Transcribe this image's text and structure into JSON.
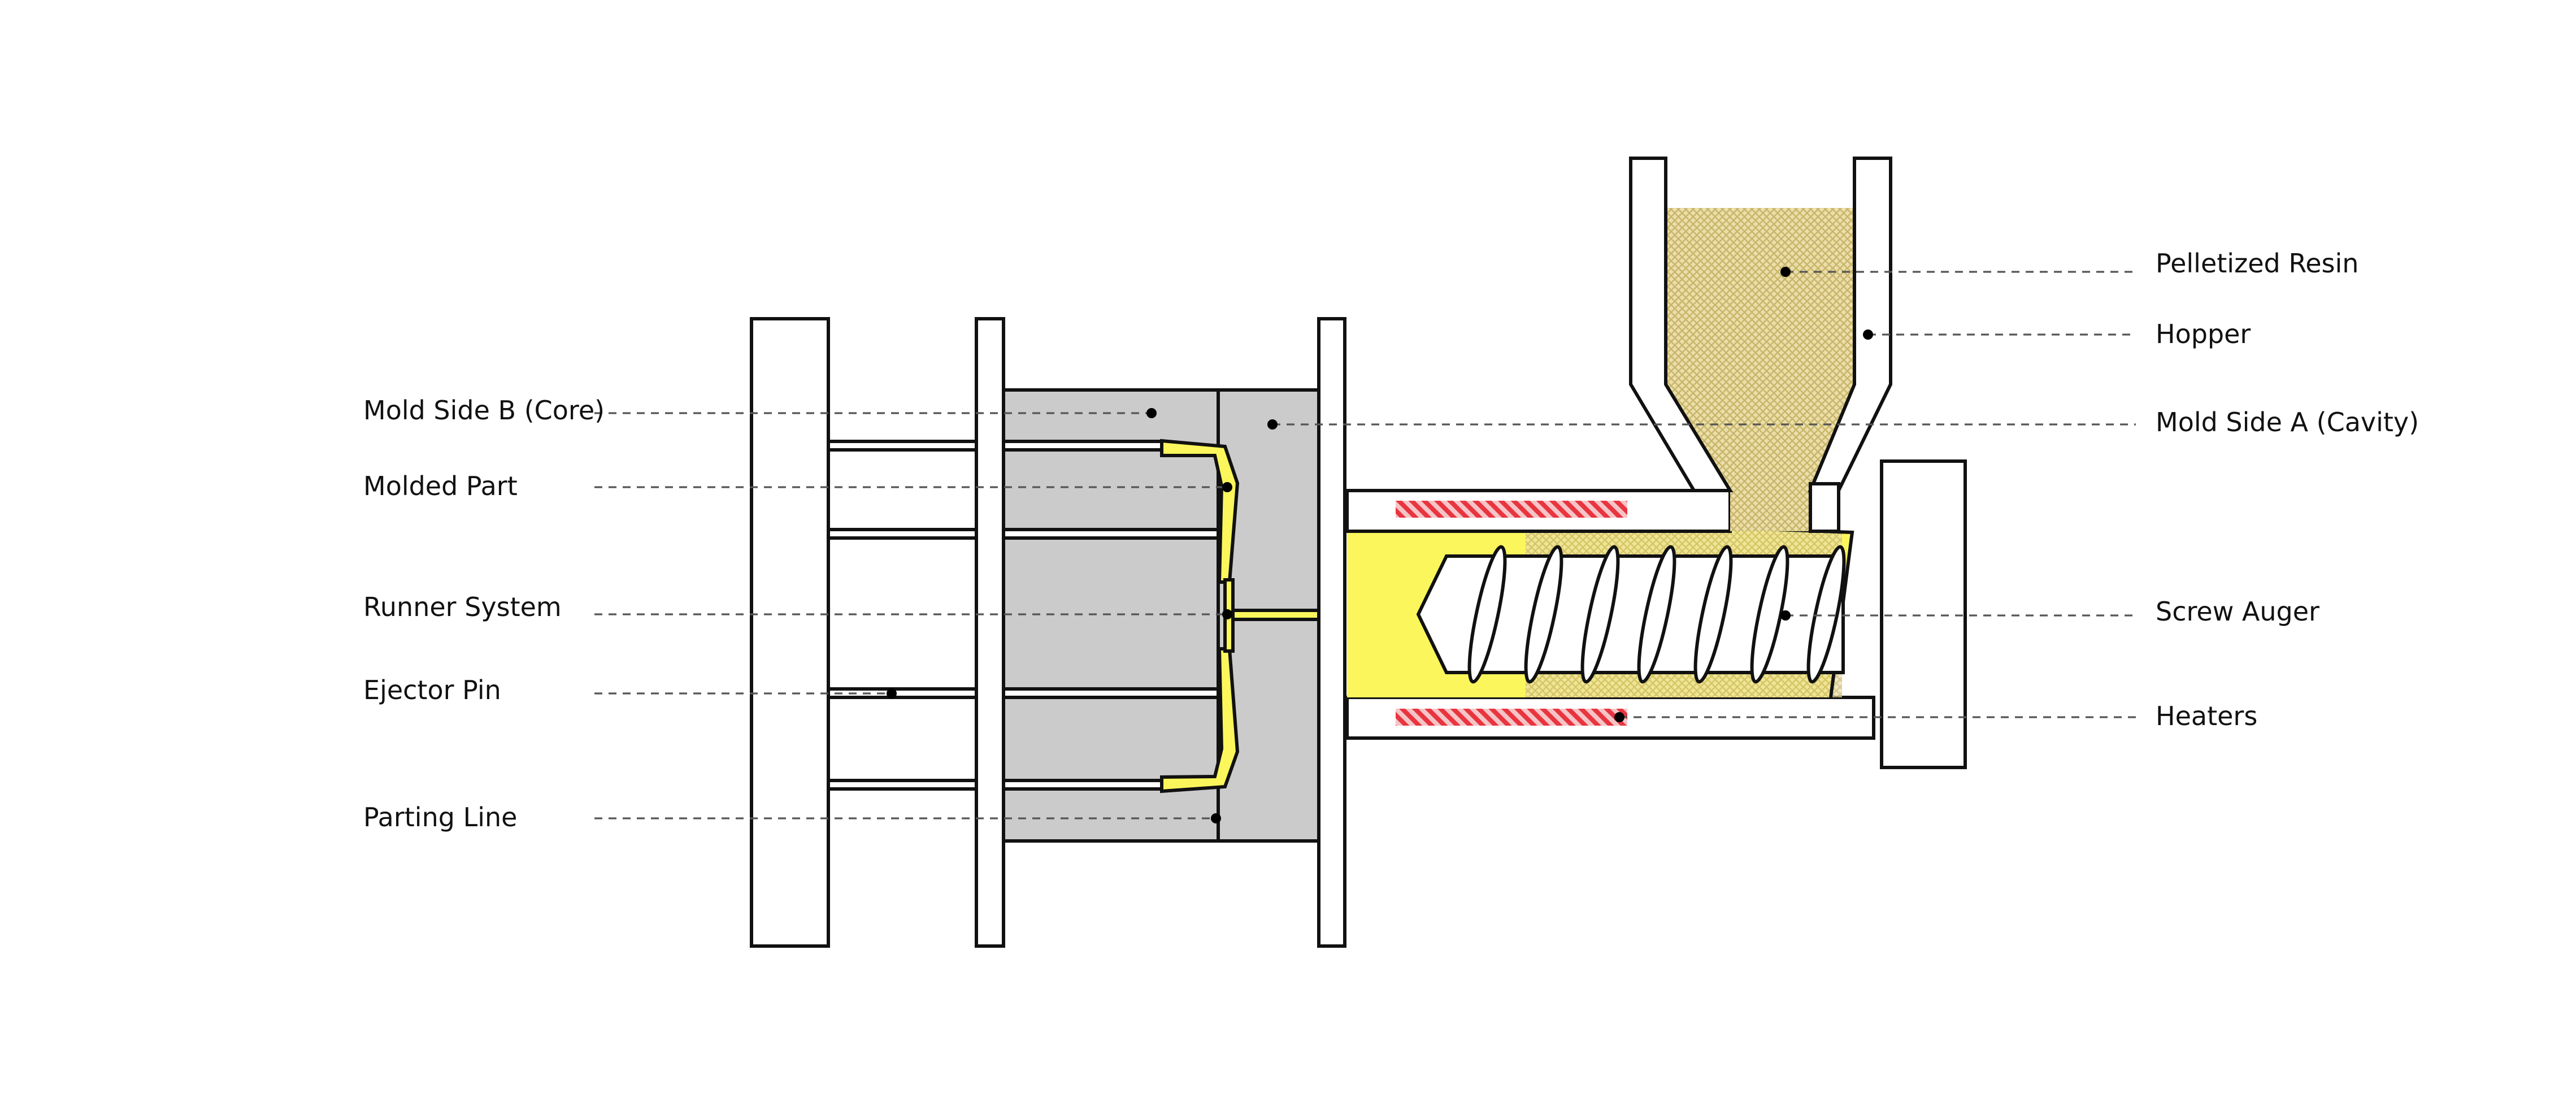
{
  "diagram": {
    "labels": {
      "mold_side_b": "Mold Side B (Core)",
      "molded_part": "Molded Part",
      "runner_system": "Runner System",
      "ejector_pin": "Ejector Pin",
      "parting_line": "Parting Line",
      "pelletized_resin": "Pelletized Resin",
      "hopper": "Hopper",
      "mold_side_a": "Mold Side A (Cavity)",
      "screw_auger": "Screw Auger",
      "heaters": "Heaters"
    },
    "colors": {
      "outline": "#111111",
      "mold_gray": "#cbcbcb",
      "melt_yellow": "#fbf65c",
      "resin_tan": "#d9c787",
      "heater_red": "#e8353f",
      "leader": "#555555"
    }
  }
}
